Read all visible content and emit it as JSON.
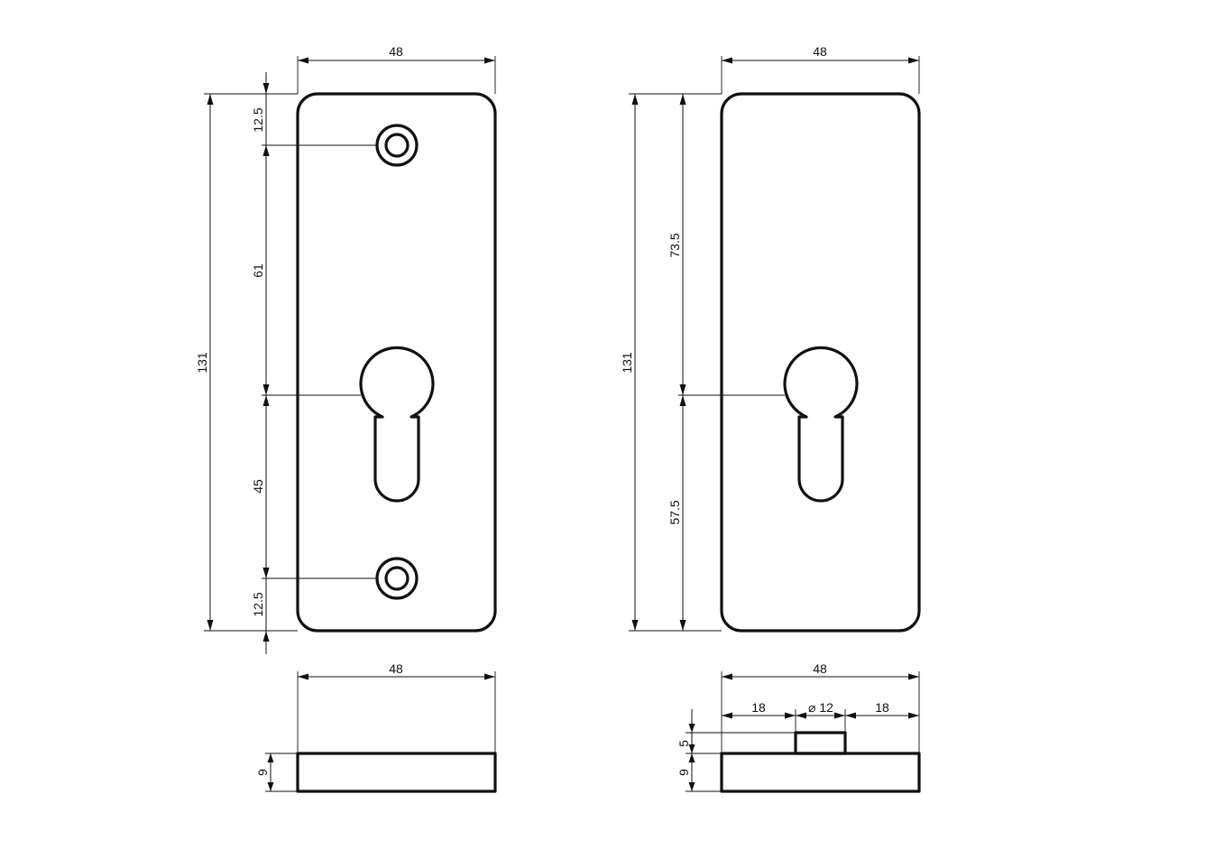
{
  "drawing": {
    "line_color": "#111111",
    "background": "#ffffff",
    "left_plate": {
      "width": "48",
      "height_total": "131",
      "top_to_screw": "12.5",
      "screw_to_keyhole": "61",
      "keyhole_to_screw": "45",
      "screw_to_bottom": "12.5"
    },
    "right_plate": {
      "width": "48",
      "height_total": "131",
      "top_to_keyhole": "73.5",
      "keyhole_to_bottom": "57.5"
    },
    "left_side_view": {
      "width": "48",
      "thickness": "9"
    },
    "right_side_view": {
      "width": "48",
      "left_offset": "18",
      "boss_diameter": "⌀ 12",
      "right_offset": "18",
      "boss_height": "5",
      "thickness": "9"
    }
  }
}
